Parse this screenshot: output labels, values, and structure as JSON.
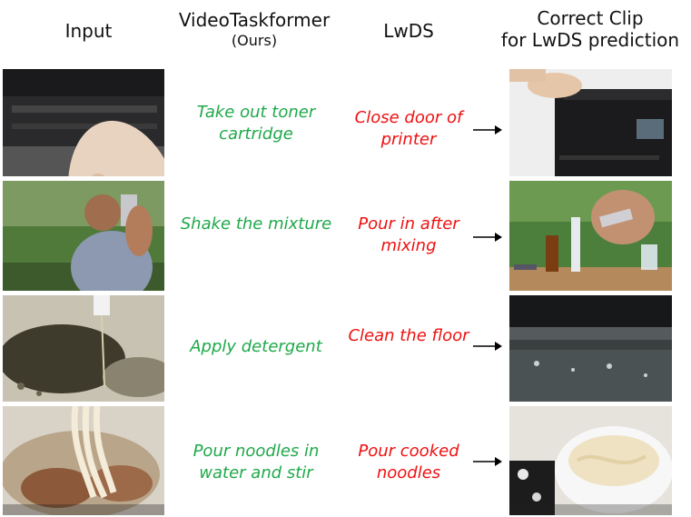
{
  "headers": {
    "input": "Input",
    "ours_title": "VideoTaskformer",
    "ours_sub": "(Ours)",
    "lwds": "LwDS",
    "correct_line1": "Correct Clip",
    "correct_line2": "for LwDS prediction"
  },
  "rows": [
    {
      "ours": "Take out toner cartridge",
      "lwds": "Close door of printer"
    },
    {
      "ours": "Shake the mixture",
      "lwds": "Pour in after mixing"
    },
    {
      "ours": "Apply detergent",
      "lwds": "Clean the floor"
    },
    {
      "ours": "Pour noodles in water and stir",
      "lwds": "Pour cooked noodles"
    }
  ],
  "colors": {
    "ours": "#1fa94a",
    "lwds": "#ee1111"
  },
  "icons": {
    "arrow": "right-arrow-icon"
  }
}
